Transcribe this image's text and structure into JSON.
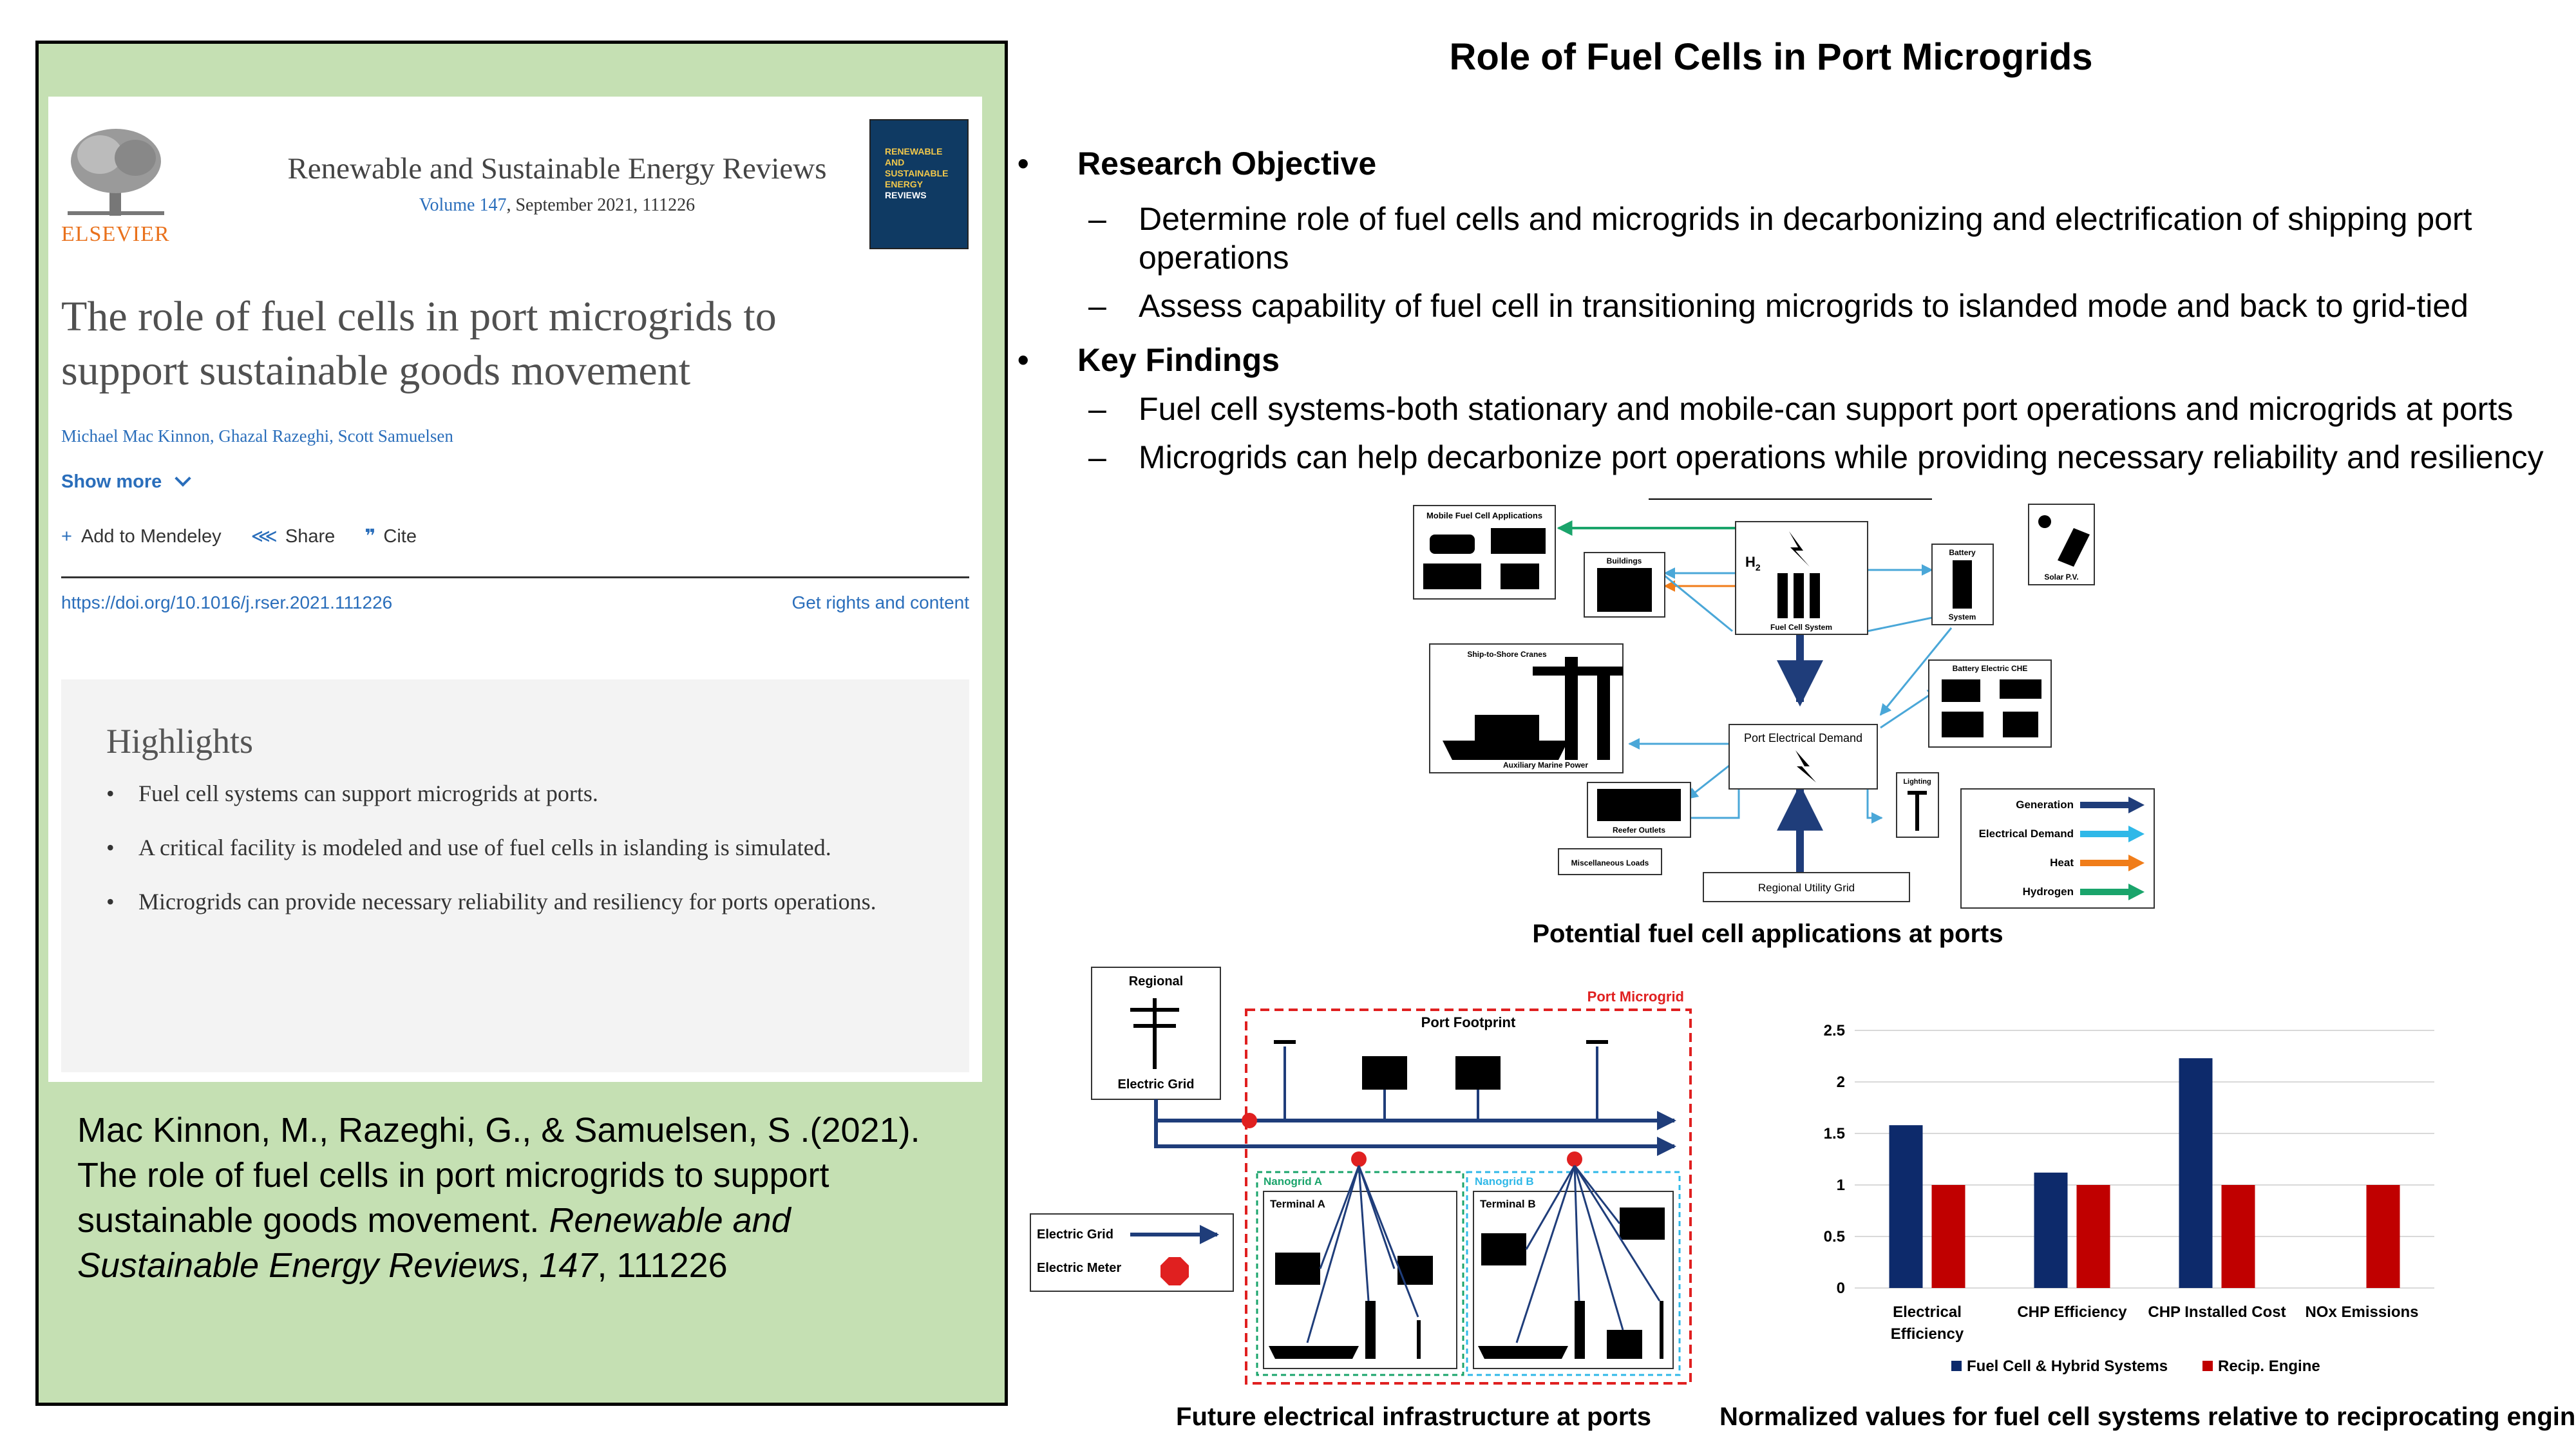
{
  "article": {
    "journal": "Renewable and Sustainable Energy Reviews",
    "volume_link": "Volume 147",
    "volume_rest": ", September 2021, 111226",
    "publisher": "ELSEVIER",
    "cover": [
      "RENEWABLE",
      "AND",
      "SUSTAINABLE",
      "ENERGY",
      "REVIEWS"
    ],
    "title": "The role of fuel cells in port microgrids to support sustainable goods movement",
    "authors": "Michael Mac Kinnon, Ghazal Razeghi, Scott Samuelsen",
    "show_more": "Show more",
    "add_mendeley": "Add to Mendeley",
    "share": "Share",
    "cite": "Cite",
    "doi": "https://doi.org/10.1016/j.rser.2021.111226",
    "rights": "Get rights and content",
    "highlights_title": "Highlights",
    "highlights": [
      "Fuel cell systems can support microgrids at ports.",
      "A critical facility is modeled and use of fuel cells in islanding is simulated.",
      "Microgrids can provide necessary reliability and resiliency for ports operations."
    ]
  },
  "citation": {
    "authors": "Mac Kinnon, M., Razeghi, G., & Samuelsen, S .(2021). The role of fuel cells in port microgrids to support sustainable goods movement. ",
    "journal": "Renewable and Sustainable Energy Reviews",
    "sep": ", ",
    "volume": "147",
    "pages": ", 111226"
  },
  "slide": {
    "title": "Role of Fuel Cells in Port Microgrids",
    "objective_head": "Research Objective",
    "objective_items": [
      "Determine role of fuel cells and microgrids in decarbonizing and electrification of shipping port operations",
      "Assess capability of fuel cell in transitioning microgrids to islanded mode and back to grid-tied"
    ],
    "findings_head": "Key Findings",
    "findings_items": [
      "Fuel cell systems-both stationary and mobile-can support port operations and microgrids at ports",
      "Microgrids can help decarbonize port operations while providing necessary reliability and resiliency"
    ]
  },
  "diagram1": {
    "caption": "Potential fuel cell applications at ports",
    "mobile": "Mobile Fuel Cell Applications",
    "buildings": "Buildings",
    "h2": "H",
    "h2sub": "2",
    "fuel_cell": "Fuel Cell System",
    "battery": "Battery",
    "system": "System",
    "solar": "Solar P.V.",
    "ship": "Ship-to-Shore Cranes",
    "aux": "Auxiliary Marine Power",
    "demand": "Port Electrical Demand",
    "battery_che": "Battery Electric CHE",
    "lighting": "Lighting",
    "reefer": "Reefer Outlets",
    "misc": "Miscellaneous Loads",
    "grid": "Regional Utility Grid",
    "legend": [
      "Generation",
      "Electrical Demand",
      "Heat",
      "Hydrogen"
    ],
    "colors": [
      "#1f3d7a",
      "#2fb8e8",
      "#f07d1a",
      "#1aa46b"
    ]
  },
  "diagram2": {
    "caption": "Future electrical infrastructure at ports",
    "regional": "Regional",
    "electric_grid": "Electric Grid",
    "port_microgrid": "Port Microgrid",
    "port_footprint": "Port Footprint",
    "nanogrid_a": "Nanogrid A",
    "nanogrid_b": "Nanogrid B",
    "terminal_a": "Terminal A",
    "terminal_b": "Terminal B",
    "legend_grid": "Electric Grid",
    "legend_meter": "Electric Meter"
  },
  "chart_data": {
    "type": "bar",
    "title": "",
    "caption": "Normalized values for fuel cell systems relative to reciprocating engin",
    "categories": [
      "Electrical Efficiency",
      "CHP Efficiency",
      "CHP Installed Cost",
      "NOx Emissions"
    ],
    "series": [
      {
        "name": "Fuel Cell & Hybrid Systems",
        "values": [
          1.58,
          1.12,
          2.23,
          0
        ],
        "color": "#0d2a6b"
      },
      {
        "name": "Recip. Engine",
        "values": [
          1,
          1,
          1,
          1
        ],
        "color": "#c00000"
      }
    ],
    "ylim": [
      0,
      2.5
    ],
    "yticks": [
      "0",
      "0.5",
      "1",
      "1.5",
      "2",
      "2.5"
    ],
    "grid": true,
    "legend": "bottom"
  }
}
